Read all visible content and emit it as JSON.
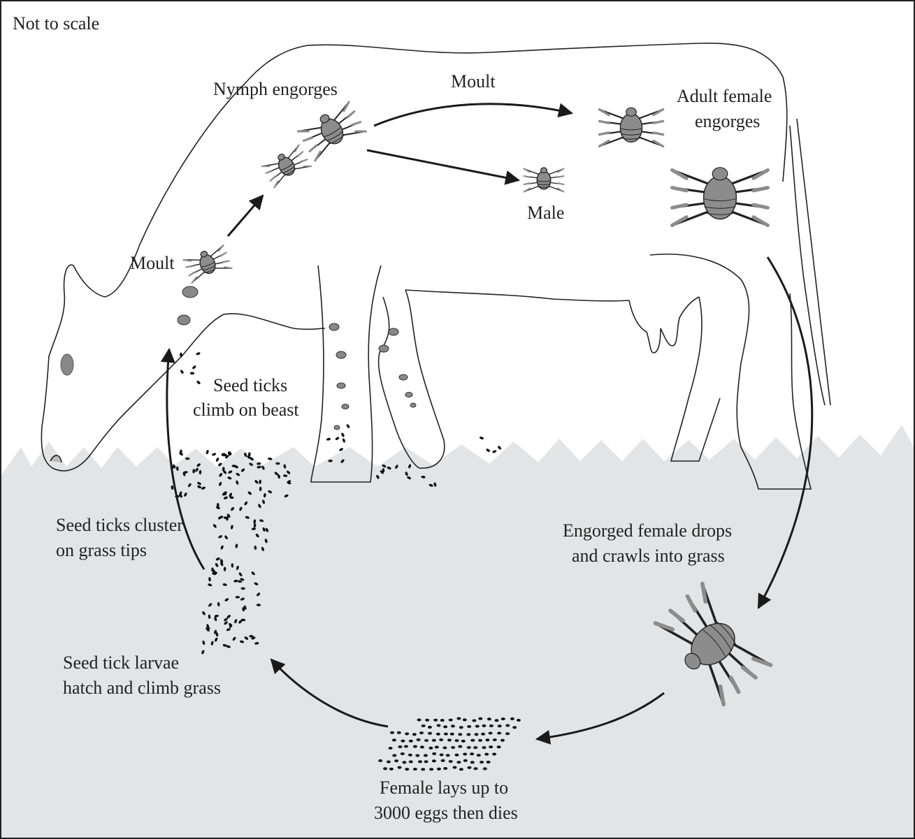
{
  "diagram": {
    "scale_note": "Not to scale",
    "colors": {
      "grass": "#e3e4e5",
      "tick_body": "#8c8c8c",
      "tick_dark": "#555555",
      "ink": "#1a1a1a"
    },
    "labels": {
      "nymph_engorges": "Nymph engorges",
      "moult_top": "Moult",
      "adult_female_1": "Adult female",
      "adult_female_2": "engorges",
      "male": "Male",
      "moult_left": "Moult",
      "seed_climb_1": "Seed ticks",
      "seed_climb_2": "climb on beast",
      "seed_cluster_1": "Seed ticks cluster",
      "seed_cluster_2": "on grass tips",
      "larvae_1": "Seed tick larvae",
      "larvae_2": "hatch and climb grass",
      "drops_1": "Engorged female drops",
      "drops_2": "and crawls into grass",
      "lays_1": "Female lays up to",
      "lays_2": "3000 eggs then dies"
    }
  }
}
